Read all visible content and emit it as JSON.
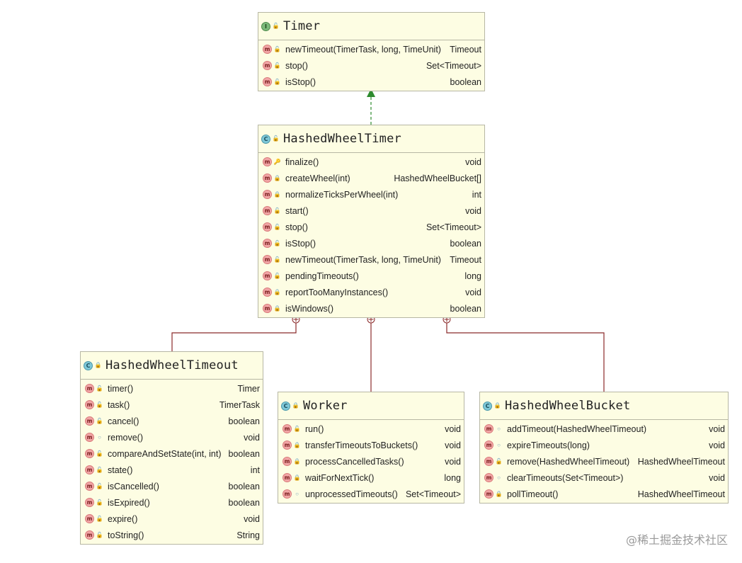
{
  "colors": {
    "box_fill": "#fdfde3",
    "box_border": "#b7b7a4",
    "implements_arrow": "#2e8b2e",
    "nested_connector": "#8b2a2a"
  },
  "icons": {
    "interface": "interface-icon",
    "class": "class-icon",
    "method": "method-icon",
    "public": "public-unlock-icon",
    "private": "private-lock-icon",
    "protected": "protected-key-icon",
    "package": "package-circle-icon"
  },
  "classes": {
    "timer": {
      "kind": "interface",
      "name": "Timer",
      "methods": [
        {
          "name": "newTimeout(TimerTask, long, TimeUnit)",
          "type": "Timeout",
          "vis": "public"
        },
        {
          "name": "stop()",
          "type": "Set<Timeout>",
          "vis": "public"
        },
        {
          "name": "isStop()",
          "type": "boolean",
          "vis": "public"
        }
      ]
    },
    "hashed_wheel_timer": {
      "kind": "class",
      "name": "HashedWheelTimer",
      "methods": [
        {
          "name": "finalize()",
          "type": "void",
          "vis": "protected"
        },
        {
          "name": "createWheel(int)",
          "type": "HashedWheelBucket[]",
          "vis": "private"
        },
        {
          "name": "normalizeTicksPerWheel(int)",
          "type": "int",
          "vis": "private"
        },
        {
          "name": "start()",
          "type": "void",
          "vis": "public"
        },
        {
          "name": "stop()",
          "type": "Set<Timeout>",
          "vis": "public"
        },
        {
          "name": "isStop()",
          "type": "boolean",
          "vis": "public"
        },
        {
          "name": "newTimeout(TimerTask, long, TimeUnit)",
          "type": "Timeout",
          "vis": "public"
        },
        {
          "name": "pendingTimeouts()",
          "type": "long",
          "vis": "public"
        },
        {
          "name": "reportTooManyInstances()",
          "type": "void",
          "vis": "private"
        },
        {
          "name": "isWindows()",
          "type": "boolean",
          "vis": "private"
        }
      ]
    },
    "hashed_wheel_timeout": {
      "kind": "class",
      "name": "HashedWheelTimeout",
      "methods": [
        {
          "name": "timer()",
          "type": "Timer",
          "vis": "public"
        },
        {
          "name": "task()",
          "type": "TimerTask",
          "vis": "public"
        },
        {
          "name": "cancel()",
          "type": "boolean",
          "vis": "public"
        },
        {
          "name": "remove()",
          "type": "void",
          "vis": "package"
        },
        {
          "name": "compareAndSetState(int, int)",
          "type": "boolean",
          "vis": "public"
        },
        {
          "name": "state()",
          "type": "int",
          "vis": "public"
        },
        {
          "name": "isCancelled()",
          "type": "boolean",
          "vis": "public"
        },
        {
          "name": "isExpired()",
          "type": "boolean",
          "vis": "public"
        },
        {
          "name": "expire()",
          "type": "void",
          "vis": "public"
        },
        {
          "name": "toString()",
          "type": "String",
          "vis": "public"
        }
      ]
    },
    "worker": {
      "kind": "class",
      "name": "Worker",
      "methods": [
        {
          "name": "run()",
          "type": "void",
          "vis": "public"
        },
        {
          "name": "transferTimeoutsToBuckets()",
          "type": "void",
          "vis": "private"
        },
        {
          "name": "processCancelledTasks()",
          "type": "void",
          "vis": "private"
        },
        {
          "name": "waitForNextTick()",
          "type": "long",
          "vis": "private"
        },
        {
          "name": "unprocessedTimeouts()",
          "type": "Set<Timeout>",
          "vis": "package"
        }
      ]
    },
    "hashed_wheel_bucket": {
      "kind": "class",
      "name": "HashedWheelBucket",
      "methods": [
        {
          "name": "addTimeout(HashedWheelTimeout)",
          "type": "void",
          "vis": "package"
        },
        {
          "name": "expireTimeouts(long)",
          "type": "void",
          "vis": "package"
        },
        {
          "name": "remove(HashedWheelTimeout)",
          "type": "HashedWheelTimeout",
          "vis": "public"
        },
        {
          "name": "clearTimeouts(Set<Timeout>)",
          "type": "void",
          "vis": "package"
        },
        {
          "name": "pollTimeout()",
          "type": "HashedWheelTimeout",
          "vis": "private"
        }
      ]
    }
  },
  "watermark": "@稀土掘金技术社区"
}
